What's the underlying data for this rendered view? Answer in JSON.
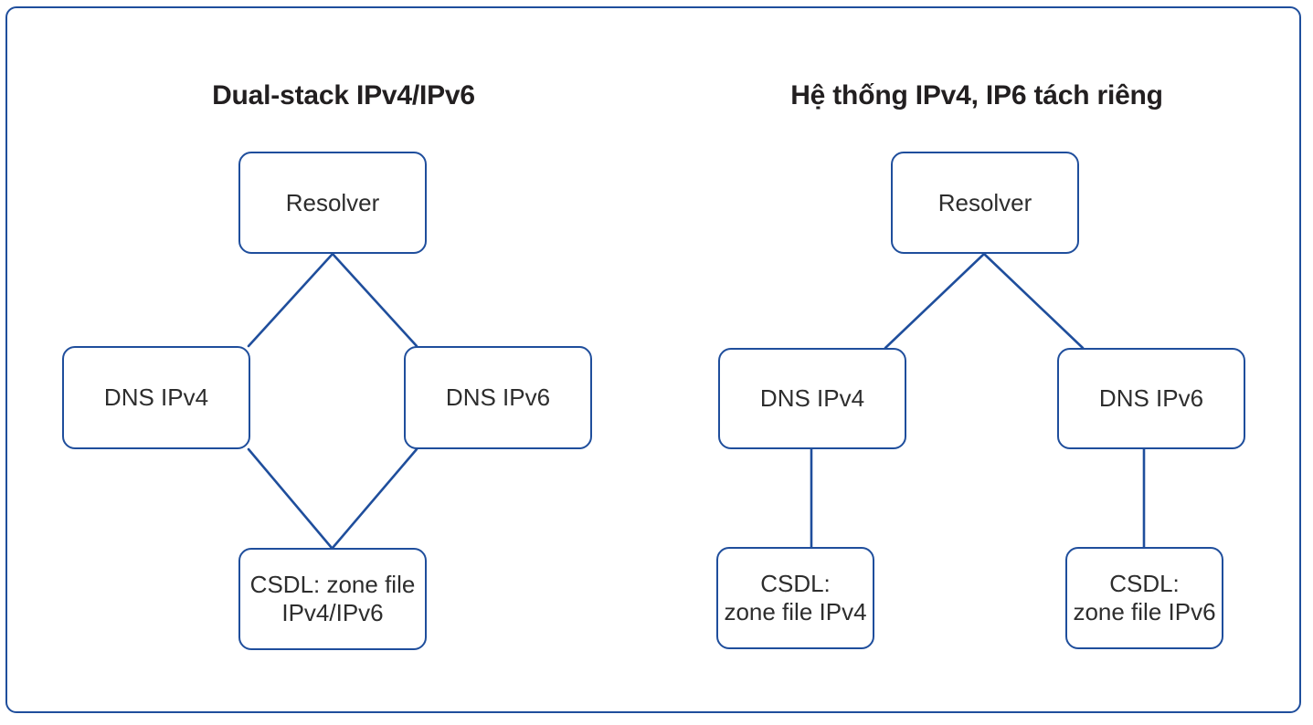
{
  "diagram": {
    "frame_color": "#1f4e9c",
    "node_border_color": "#1f4e9c",
    "node_text_color": "#2d2d2d",
    "title_color": "#221f20",
    "edge_color": "#1f4e9c",
    "panels": [
      {
        "id": "left",
        "title": "Dual-stack IPv4/IPv6",
        "nodes": {
          "resolver": {
            "label": "Resolver"
          },
          "dns_ipv4": {
            "label": "DNS IPv4"
          },
          "dns_ipv6": {
            "label": "DNS IPv6"
          },
          "csdl": {
            "line1": "CSDL: zone file",
            "line2": "IPv4/IPv6"
          }
        }
      },
      {
        "id": "right",
        "title": "Hệ thống IPv4, IP6 tách riêng",
        "nodes": {
          "resolver": {
            "label": "Resolver"
          },
          "dns_ipv4": {
            "label": "DNS IPv4"
          },
          "dns_ipv6": {
            "label": "DNS IPv6"
          },
          "csdl_ipv4": {
            "line1": "CSDL:",
            "line2": "zone file IPv4"
          },
          "csdl_ipv6": {
            "line1": "CSDL:",
            "line2": "zone file IPv6"
          }
        }
      }
    ]
  }
}
